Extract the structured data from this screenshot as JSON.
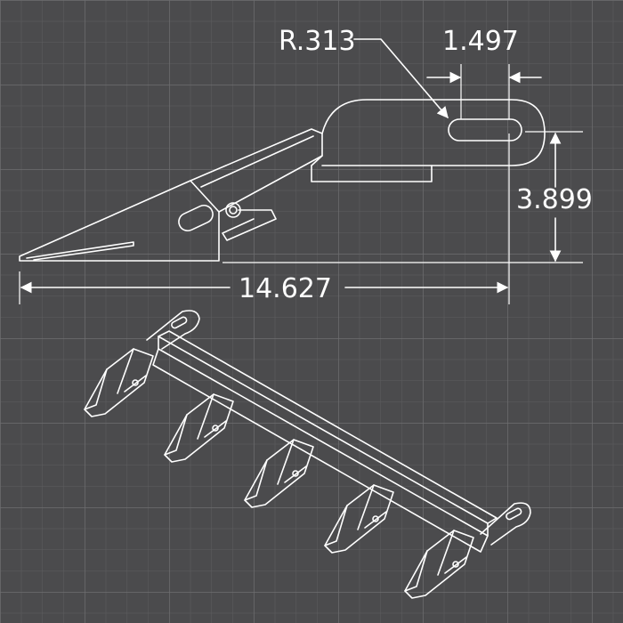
{
  "dimensions": {
    "radius": "R.313",
    "slot_width": "1.497",
    "height": "3.899",
    "length": "14.627"
  },
  "colors": {
    "background": "#4b4b4d",
    "grid_minor": "#5e5e60",
    "grid_major": "#6e6e70",
    "line": "#ffffff"
  }
}
